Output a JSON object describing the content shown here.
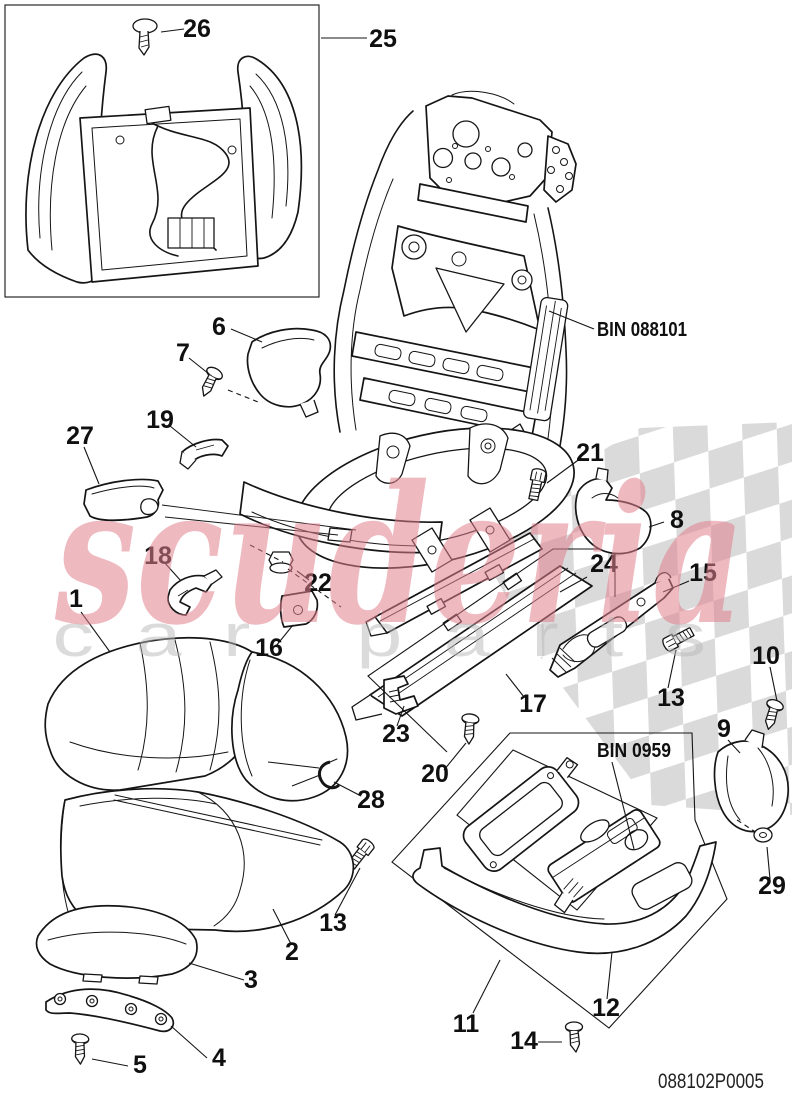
{
  "figure": {
    "part_code": "088102P0005",
    "type": "exploded-parts-diagram",
    "subject": "sports seat frame, cushions, rails and trims"
  },
  "bins": {
    "backrest": "BIN 088101",
    "seat": "BIN 0959"
  },
  "callouts": {
    "c1": "1",
    "c2": "2",
    "c3": "3",
    "c4": "4",
    "c5": "5",
    "c6": "6",
    "c7": "7",
    "c8": "8",
    "c9": "9",
    "c10": "10",
    "c11": "11",
    "c12": "12",
    "c13a": "13",
    "c13b": "13",
    "c14": "14",
    "c15": "15",
    "c16": "16",
    "c17": "17",
    "c18": "18",
    "c19": "19",
    "c20": "20",
    "c21": "21",
    "c22": "22",
    "c23": "23",
    "c24": "24",
    "c25": "25",
    "c26": "26",
    "c27": "27",
    "c28": "28",
    "c29": "29"
  },
  "watermark": {
    "brand": "scuderia",
    "tagline": "car parts",
    "brand_color": "#e2808e",
    "tagline_color": "#b9b9b9",
    "checker_color": "#d4d4d4"
  },
  "colors": {
    "line": "#151515",
    "background": "#ffffff"
  }
}
